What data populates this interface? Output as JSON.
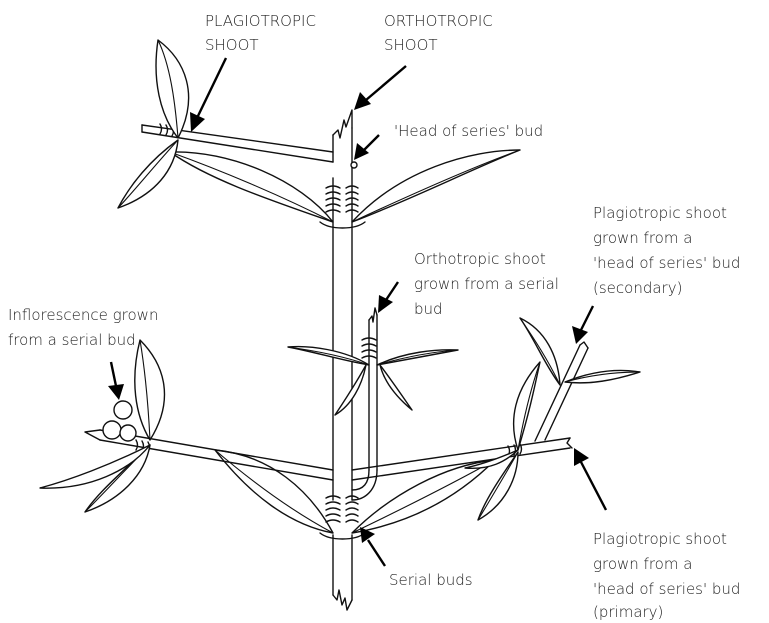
{
  "labels": {
    "plagiotropic_shoot": [
      "PLAGIOTROPIC",
      "SHOOT"
    ],
    "orthotropic_shoot": [
      "ORTHOTROPIC",
      "SHOOT"
    ],
    "head_of_series_bud": [
      "'Head of series' bud"
    ],
    "plagio_secondary": [
      "Plagiotropic shoot",
      "grown from a",
      "'head of series' bud",
      "(secondary)"
    ],
    "ortho_from_serial": [
      "Orthotropic shoot",
      "grown from a serial",
      "bud"
    ],
    "inflorescence": [
      "Inflorescence grown",
      "from a serial bud"
    ],
    "plagio_primary": [
      "Plagiotropic shoot",
      "grown from a",
      "'head of series' bud",
      "(primary)"
    ],
    "serial_buds": [
      "Serial buds"
    ]
  }
}
